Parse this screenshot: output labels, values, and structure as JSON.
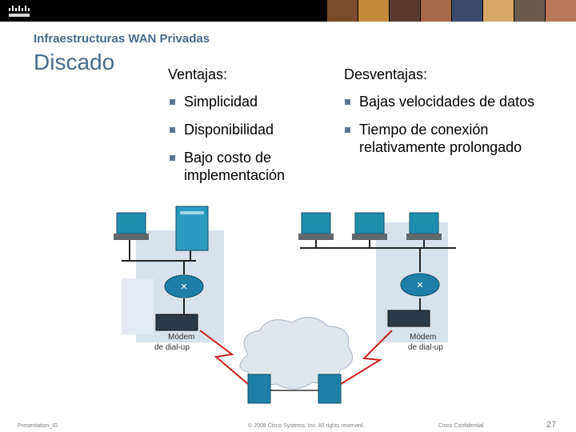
{
  "slide": {
    "subtitle": "Infraestructuras WAN Privadas",
    "title": "Discado",
    "ventajas": {
      "heading": "Ventajas:",
      "items": [
        "Simplicidad",
        "Disponibilidad",
        "Bajo costo de implementación"
      ]
    },
    "desventajas": {
      "heading": "Desventajas:",
      "items": [
        "Bajas velocidades de datos",
        "Tiempo de conexión relativamente prolongado"
      ]
    },
    "diagram": {
      "modem_left_label": "Módem\nde dial-up",
      "modem_right_label": "Módem\nde dial-up"
    },
    "footer": {
      "presentation_id": "Presentation_ID",
      "copyright": "© 2008 Cisco Systems, Inc. All rights reserved.",
      "confidential": "Cisco Confidential",
      "page_number": "27"
    }
  },
  "colors": {
    "accent": "#4a6a8a",
    "bullet": "#5c7b94",
    "wan_link": "#cc2222",
    "building": "#c8d6e4"
  },
  "icons": [
    "cisco-logo",
    "workstation-icon",
    "server-icon",
    "router-icon",
    "modem-icon",
    "cloud-icon",
    "wan-switch-icon",
    "lightning-link"
  ]
}
